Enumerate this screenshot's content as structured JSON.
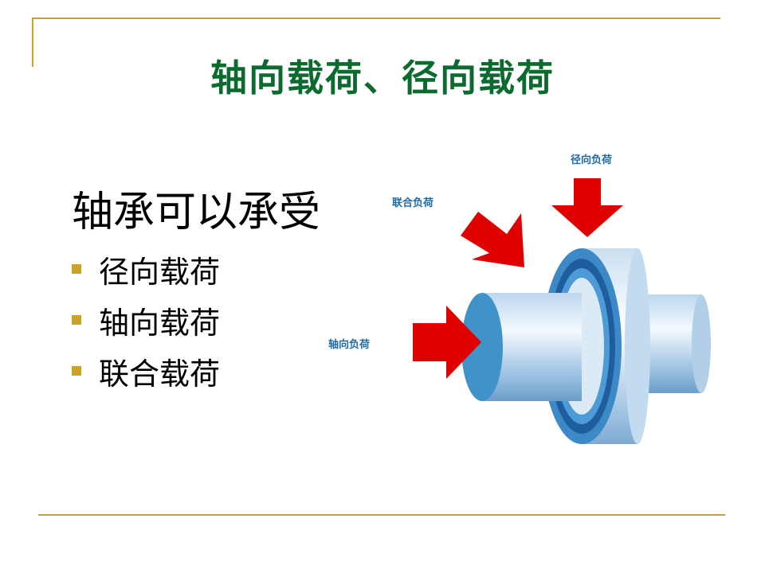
{
  "slide": {
    "title": "轴向载荷、径向载荷",
    "intro": "轴承可以承受",
    "bullets": [
      "径向载荷",
      "轴向载荷",
      "联合载荷"
    ]
  },
  "figure": {
    "labels": {
      "radial": "径向负荷",
      "combined": "联合负荷",
      "axial": "轴向负荷"
    }
  },
  "colors": {
    "title": "#0b6a2e",
    "accent_line": "#c9a227",
    "arrow": "#e10000",
    "label": "#1e6aa8"
  }
}
